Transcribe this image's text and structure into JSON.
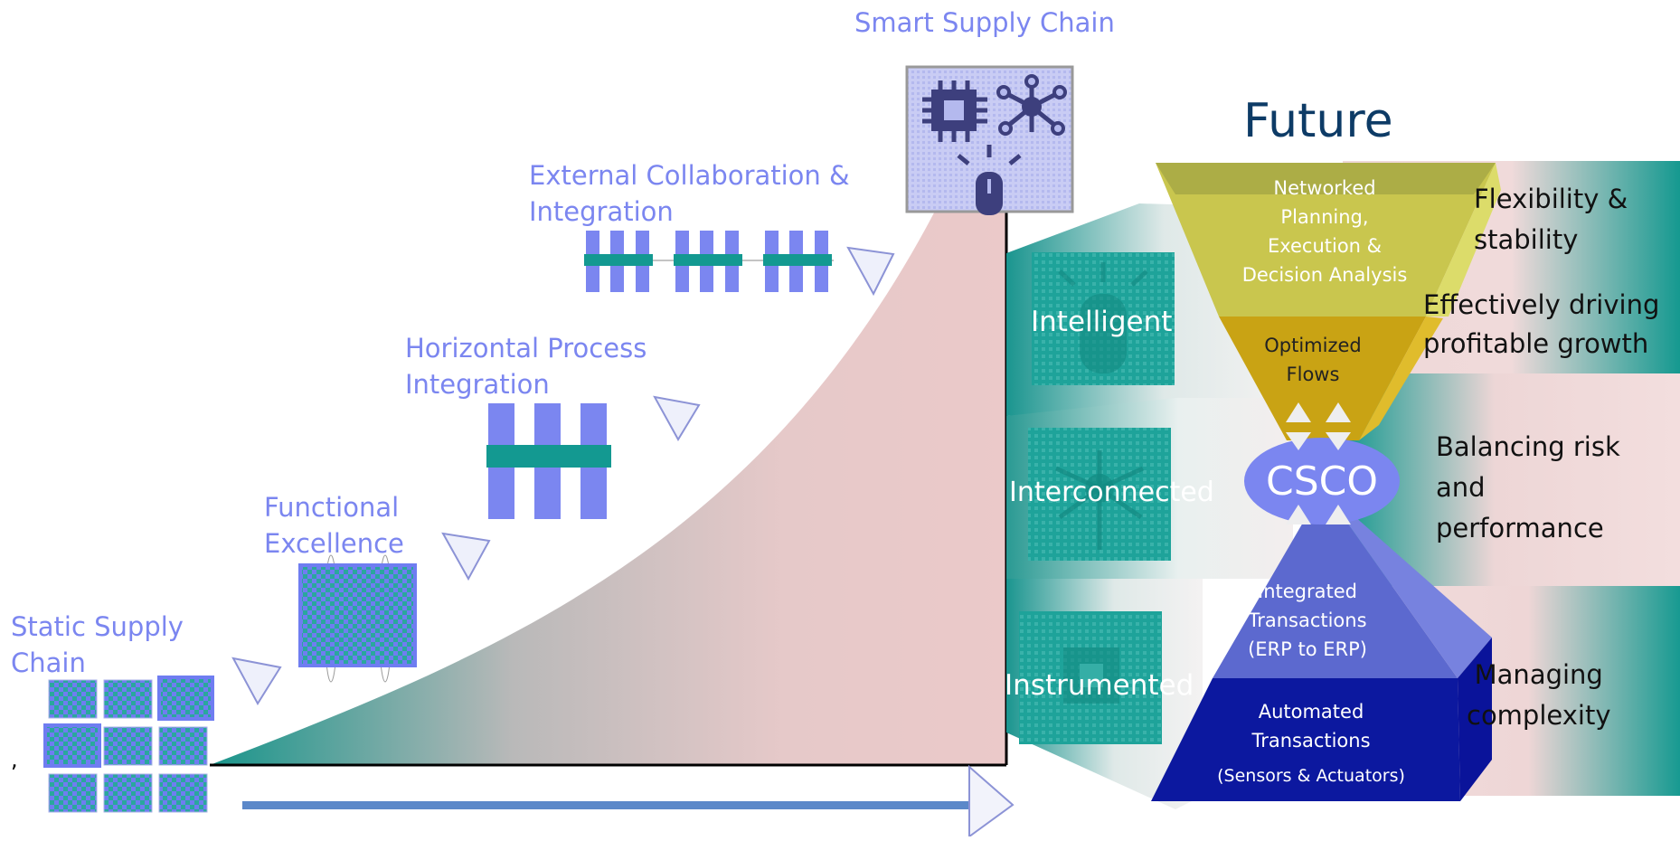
{
  "stages": {
    "static": "Static Supply\nChain",
    "functional": "Functional\nExcellence",
    "horizontal": "Horizontal Process\nIntegration",
    "external": "External Collaboration &\nIntegration",
    "smart": "Smart Supply Chain"
  },
  "future_title": "Future",
  "pyramid": {
    "networked": "Networked\nPlanning,\nExecution &\nDecision Analysis",
    "optimized": "Optimized\nFlows",
    "csco": "CSCO",
    "integrated": "Integrated\nTransactions\n(ERP to ERP)",
    "automated": "Automated\nTransactions",
    "automated_sub": "(Sensors & Actuators)"
  },
  "attributes": {
    "intelligent": "Intelligent",
    "interconnected": "Interconnected",
    "instrumented": "Instrumented"
  },
  "benefits": {
    "flexibility": "Flexibility &\nstability",
    "growth": "Effectively driving\nprofitable growth",
    "risk": "Balancing risk\nand\nperformance",
    "complexity": "Managing\ncomplexity"
  },
  "stray_mark": ",",
  "colors": {
    "accent": "#7b86f0",
    "teal": "#139991",
    "navy": "#0d3b66",
    "curve_pink": "#eac9c9",
    "olive": "#b8b93d",
    "gold": "#c9a314",
    "blue": "#5c69cf",
    "dark_blue": "#0a169e"
  },
  "icons": {
    "smart": "chip-network-person-icon",
    "intelligent": "person-icon",
    "interconnected": "network-icon",
    "instrumented": "chip-icon"
  }
}
